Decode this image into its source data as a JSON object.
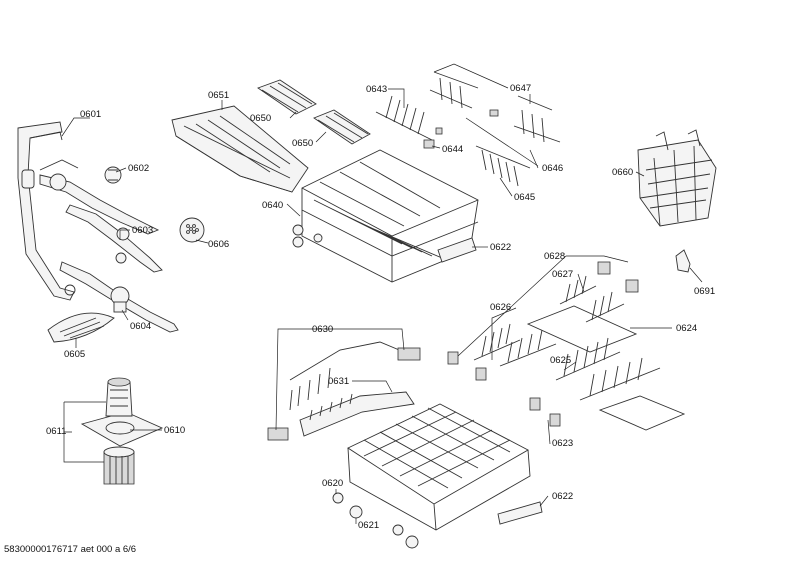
{
  "footer": "58300000176717 aet 000 a 6/6",
  "labels": {
    "p0601": "0601",
    "p0602": "0602",
    "p0603": "0603",
    "p0604": "0604",
    "p0605": "0605",
    "p0606": "0606",
    "p0610": "0610",
    "p0611": "0611",
    "p0620": "0620",
    "p0621": "0621",
    "p0622a": "0622",
    "p0622b": "0622",
    "p0623": "0623",
    "p0624": "0624",
    "p0625": "0625",
    "p0626": "0626",
    "p0627": "0627",
    "p0628": "0628",
    "p0630": "0630",
    "p0631": "0631",
    "p0640": "0640",
    "p0643": "0643",
    "p0644": "0644",
    "p0645": "0645",
    "p0646": "0646",
    "p0647": "0647",
    "p0650a": "0650",
    "p0650b": "0650",
    "p0651": "0651",
    "p0660": "0660",
    "p0691": "0691"
  }
}
